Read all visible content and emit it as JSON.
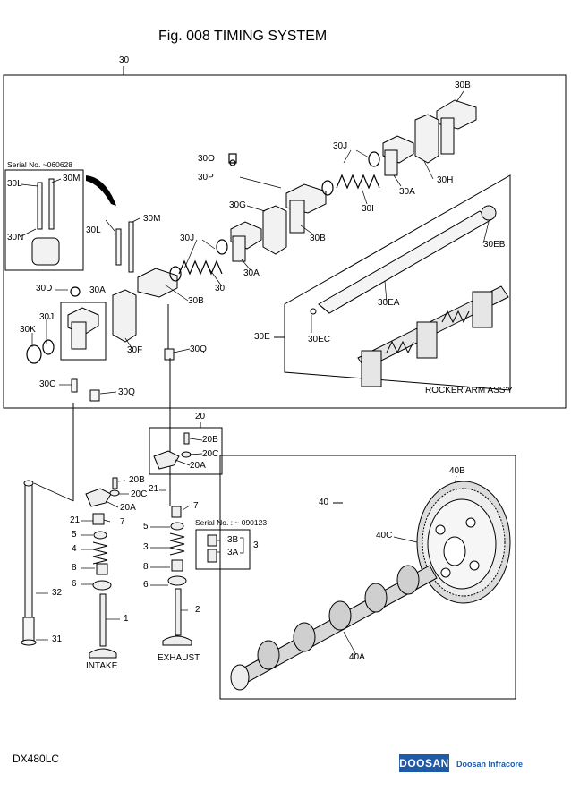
{
  "title": "Fig. 008 TIMING SYSTEM",
  "model": "DX480LC",
  "brand": {
    "logo": "DOOSAN",
    "name": "Doosan Infracore",
    "color": "#1f5aa6"
  },
  "notes": {
    "serial_upper": "Serial No. ~060628",
    "serial_lower": "Serial No. : ~ 090123",
    "rocker_assy": "ROCKER ARM ASS'Y",
    "intake": "INTAKE",
    "exhaust": "EXHAUST"
  },
  "labels": {
    "p30": "30",
    "p30B": "30B",
    "p30J_top": "30J",
    "p30O": "30O",
    "p30P": "30P",
    "p30H": "30H",
    "p30A_top": "30A",
    "p30I_top": "30I",
    "p30G": "30G",
    "p30B_mid": "30B",
    "p30L_box": "30L",
    "p30M_box": "30M",
    "p30N": "30N",
    "p30L": "30L",
    "p30M": "30M",
    "p30J_mid": "30J",
    "p30A_mid": "30A",
    "p30I_mid": "30I",
    "p30EB": "30EB",
    "p30EA": "30EA",
    "p30D": "30D",
    "p30A_left": "30A",
    "p30B_low": "30B",
    "p30J_left": "30J",
    "p30K": "30K",
    "p30F": "30F",
    "p30E": "30E",
    "p30EC": "30EC",
    "p30Q_right": "30Q",
    "p30C": "30C",
    "p30Q_left": "30Q",
    "p20": "20",
    "p20B_r": "20B",
    "p20C_r": "20C",
    "p20A_r": "20A",
    "p21_r": "21",
    "p7_r": "7",
    "p5_r": "5",
    "p3_r": "3",
    "p8_r": "8",
    "p6_r": "6",
    "p2": "2",
    "p3B": "3B",
    "p3A": "3A",
    "p3_bracket": "3",
    "p20B_l": "20B",
    "p20C_l": "20C",
    "p20A_l": "20A",
    "p21_l": "21",
    "p7_l": "7",
    "p5_l": "5",
    "p4": "4",
    "p8_l": "8",
    "p6_l": "6",
    "p32": "32",
    "p1": "1",
    "p31": "31",
    "p40": "40",
    "p40B": "40B",
    "p40C": "40C",
    "p40A": "40A"
  }
}
